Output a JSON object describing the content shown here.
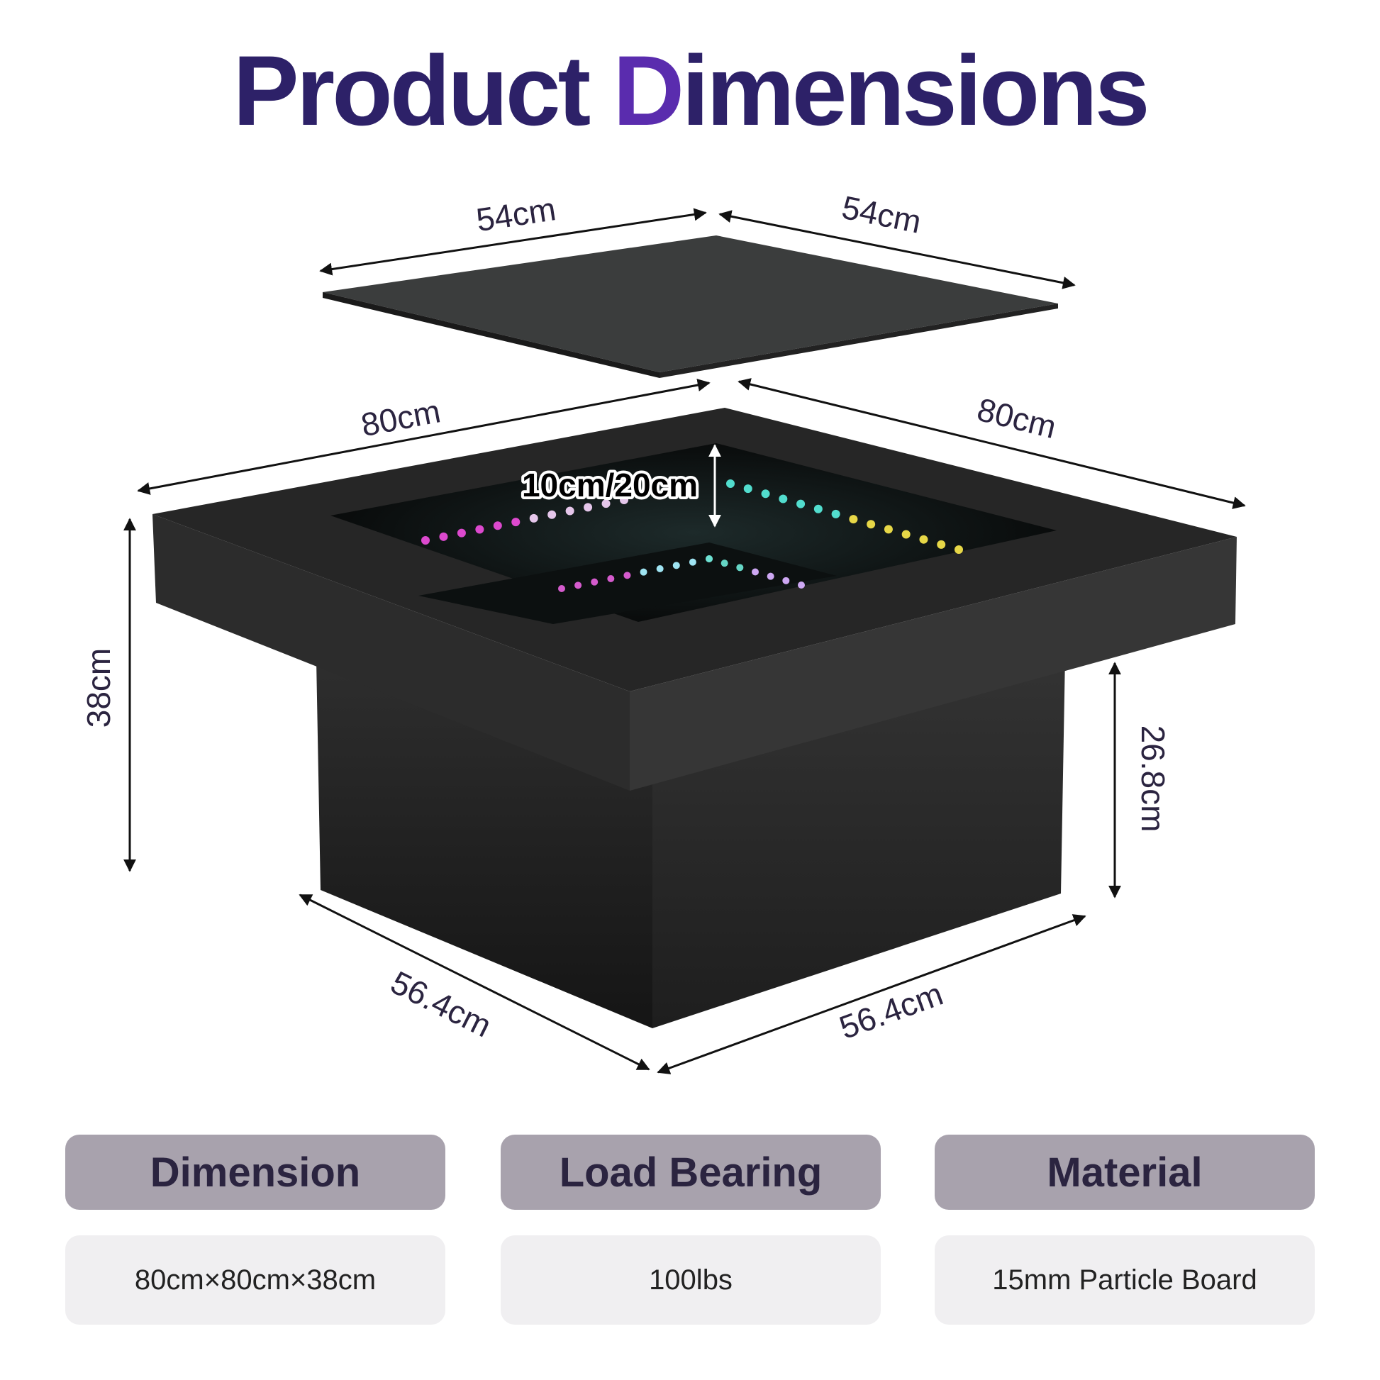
{
  "title": {
    "part1": "Product ",
    "accent": "D",
    "part2": "imensions"
  },
  "dimensions": {
    "glass_left": "54cm",
    "glass_right": "54cm",
    "top_left": "80cm",
    "top_right": "80cm",
    "led_depth": "10cm/20cm",
    "total_height": "38cm",
    "base_height": "26.8cm",
    "base_left": "56.4cm",
    "base_right": "56.4cm"
  },
  "specs": [
    {
      "header": "Dimension",
      "value": "80cm×80cm×38cm"
    },
    {
      "header": "Load Bearing",
      "value": "100lbs"
    },
    {
      "header": "Material",
      "value": "15mm Particle Board"
    }
  ],
  "colors": {
    "title": "#2d2168",
    "title_accent": "#5a2cae",
    "header_bg": "#a8a2ad",
    "value_bg": "#f0eff1",
    "table_black": "#2a2a2a"
  }
}
